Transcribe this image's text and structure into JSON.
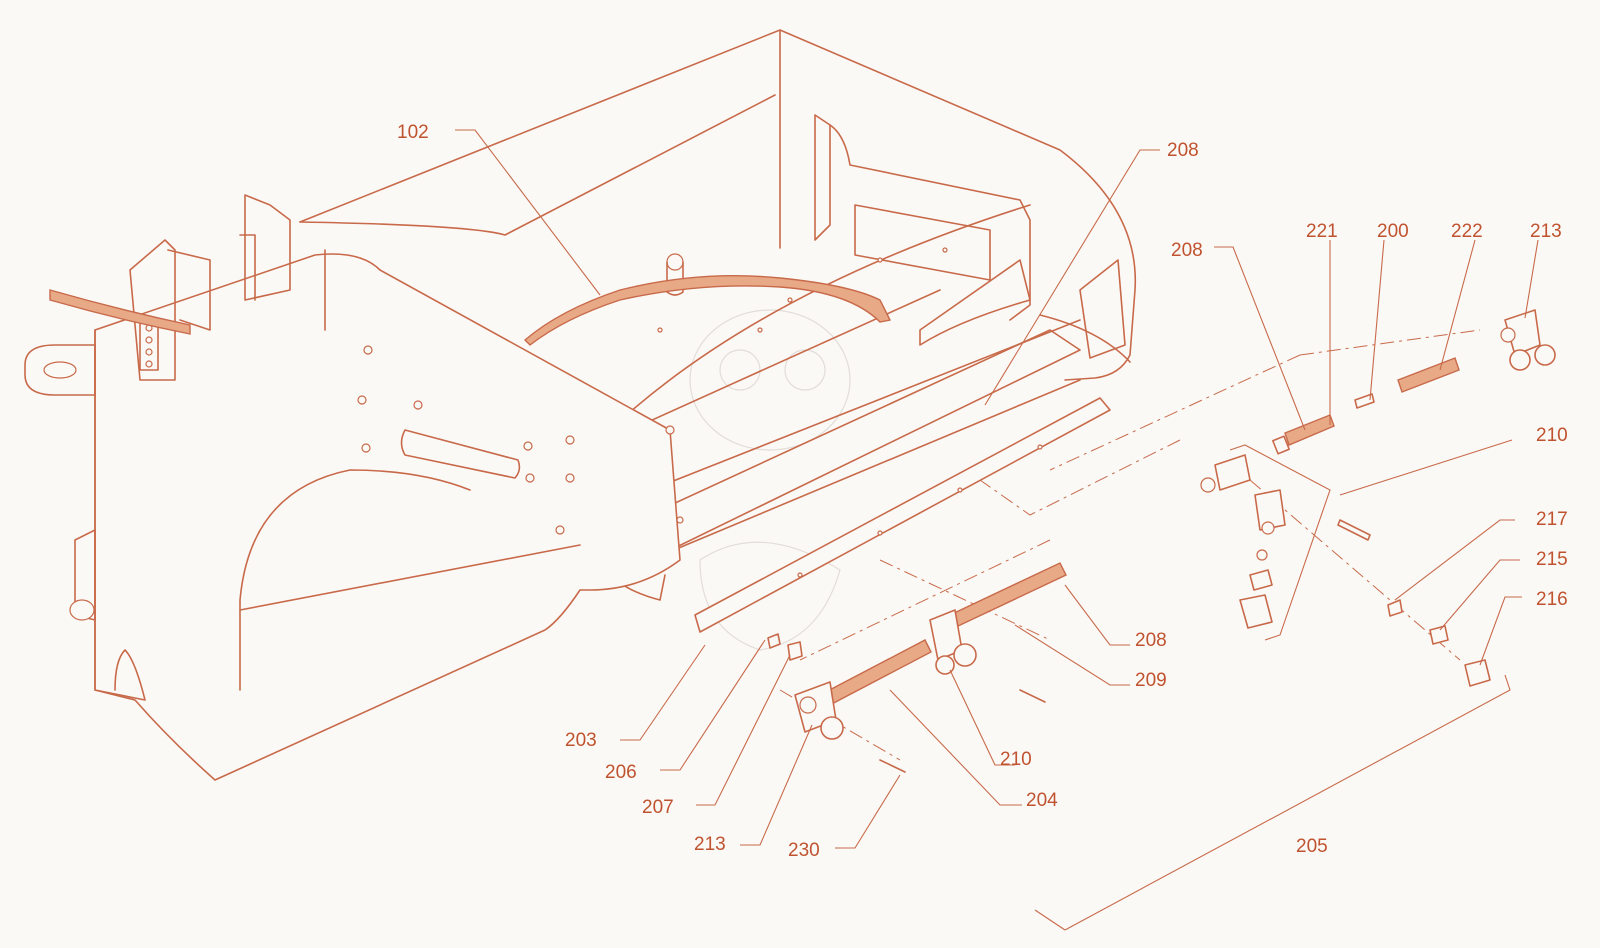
{
  "diagram": {
    "accent_color": "#c86a4a",
    "label_color": "#c0532f",
    "background_color": "#fbf9f6",
    "callouts": [
      {
        "id": "c102",
        "text": "102"
      },
      {
        "id": "c208a",
        "text": "208"
      },
      {
        "id": "c208b",
        "text": "208"
      },
      {
        "id": "c221",
        "text": "221"
      },
      {
        "id": "c200",
        "text": "200"
      },
      {
        "id": "c222",
        "text": "222"
      },
      {
        "id": "c213a",
        "text": "213"
      },
      {
        "id": "c210a",
        "text": "210"
      },
      {
        "id": "c217",
        "text": "217"
      },
      {
        "id": "c215",
        "text": "215"
      },
      {
        "id": "c216",
        "text": "216"
      },
      {
        "id": "c208c",
        "text": "208"
      },
      {
        "id": "c209",
        "text": "209"
      },
      {
        "id": "c210b",
        "text": "210"
      },
      {
        "id": "c204",
        "text": "204"
      },
      {
        "id": "c203",
        "text": "203"
      },
      {
        "id": "c206",
        "text": "206"
      },
      {
        "id": "c207",
        "text": "207"
      },
      {
        "id": "c213b",
        "text": "213"
      },
      {
        "id": "c230",
        "text": "230"
      },
      {
        "id": "c205",
        "text": "205"
      }
    ]
  }
}
